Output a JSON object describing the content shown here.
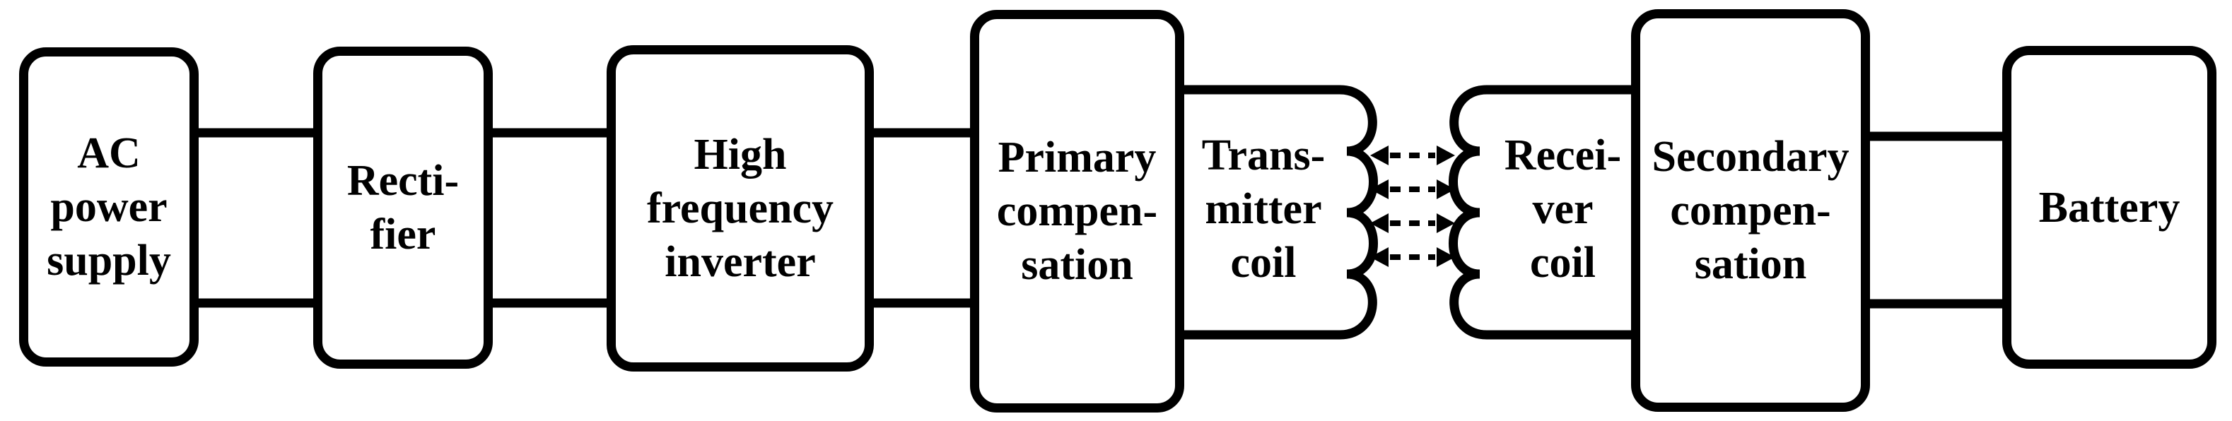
{
  "diagram": {
    "title": "Wireless power transfer system block diagram",
    "background_color": "#ffffff",
    "line_color": "#000000",
    "text_color": "#000000",
    "blocks": {
      "ac": {
        "lines": [
          "AC",
          "power",
          "supply"
        ]
      },
      "rectifier": {
        "lines": [
          "Recti-",
          "fier"
        ]
      },
      "inverter": {
        "lines": [
          "High",
          "frequency",
          "inverter"
        ]
      },
      "primary": {
        "lines": [
          "Primary",
          "compen-",
          "sation"
        ]
      },
      "secondary": {
        "lines": [
          "Secondary",
          "compen-",
          "sation"
        ]
      },
      "battery": {
        "lines": [
          "Battery"
        ]
      }
    },
    "coils": {
      "transmitter": {
        "lines": [
          "Trans-",
          "mitter",
          "coil"
        ],
        "arc_count": 4
      },
      "receiver": {
        "lines": [
          "Recei-",
          "ver",
          "coil"
        ],
        "arc_count": 4
      }
    },
    "coupling": {
      "arrow_count": 4,
      "style": "dashed double-headed arrows"
    },
    "connections": [
      "AC power supply - Rectifier",
      "Rectifier - High frequency inverter",
      "High frequency inverter - Primary compensation",
      "Primary compensation - Transmitter coil",
      "Transmitter coil ~ Receiver coil (inductive coupling)",
      "Receiver coil - Secondary compensation",
      "Secondary compensation - Battery"
    ]
  }
}
